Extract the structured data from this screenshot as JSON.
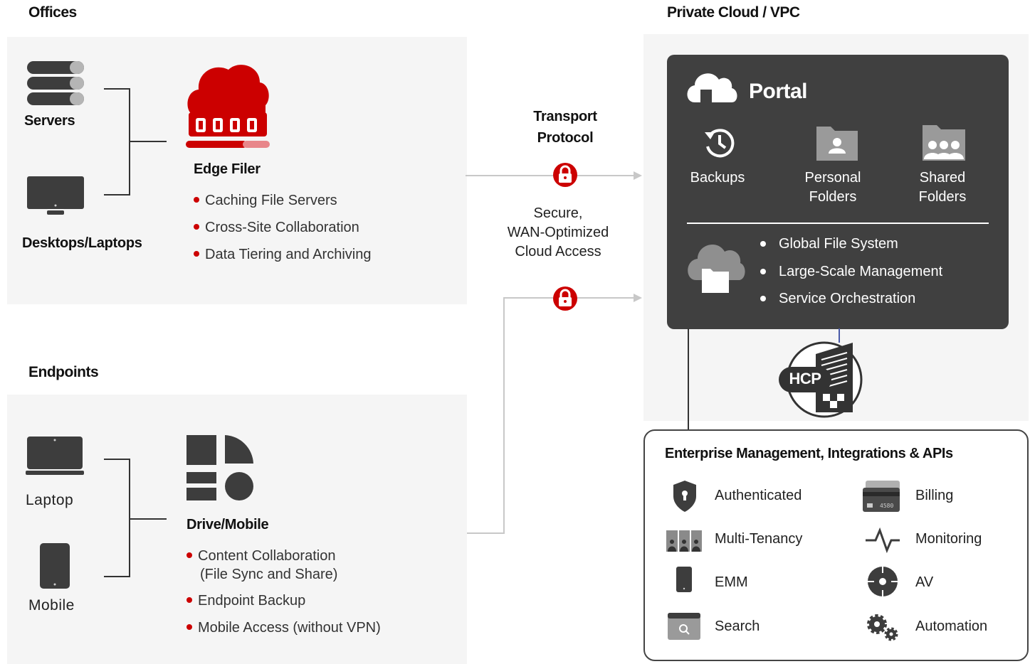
{
  "offices": {
    "title": "Offices",
    "servers_label": "Servers",
    "desktops_label": "Desktops/Laptops",
    "edge_filer_title": "Edge Filer",
    "edge_filer_items": [
      "Caching File Servers",
      "Cross-Site Collaboration",
      "Data Tiering and Archiving"
    ]
  },
  "transport": {
    "title_line1": "Transport",
    "title_line2": "Protocol",
    "caption_line1": "Secure,",
    "caption_line2": "WAN-Optimized",
    "caption_line3": "Cloud Access"
  },
  "private_cloud": {
    "title": "Private Cloud / VPC",
    "portal_title": "Portal",
    "features": [
      {
        "line1": "Backups",
        "line2": ""
      },
      {
        "line1": "Personal",
        "line2": "Folders"
      },
      {
        "line1": "Shared",
        "line2": "Folders"
      }
    ],
    "bullets": [
      "Global File System",
      "Large-Scale Management",
      "Service Orchestration"
    ],
    "hcp_label": "HCP"
  },
  "endpoints": {
    "title": "Endpoints",
    "laptop_label": "Laptop",
    "mobile_label": "Mobile",
    "drive_title": "Drive/Mobile",
    "drive_items": [
      {
        "line1": "Content Collaboration",
        "line2": "(File Sync and Share)"
      },
      {
        "line1": "Endpoint Backup",
        "line2": ""
      },
      {
        "line1": "Mobile Access (without VPN)",
        "line2": ""
      }
    ]
  },
  "enterprise": {
    "title": "Enterprise Management, Integrations & APIs",
    "items_left": [
      "Authenticated",
      "Multi-Tenancy",
      "EMM",
      "Search"
    ],
    "items_right": [
      "Billing",
      "Monitoring",
      "AV",
      "Automation"
    ],
    "billing_card_number": "4580"
  },
  "colors": {
    "accent_red": "#cc0000",
    "portal_bg": "#404040",
    "panel_bg": "#f5f5f5",
    "icon_gray": "#3d3d3d"
  }
}
